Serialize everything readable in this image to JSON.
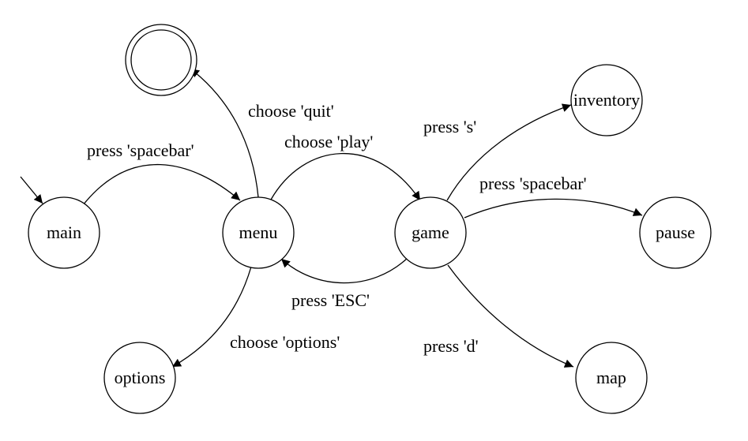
{
  "diagram": {
    "type": "state-machine",
    "states": {
      "main": "main",
      "menu": "menu",
      "game": "game",
      "options": "options",
      "inventory": "inventory",
      "pause": "pause",
      "map": "map",
      "final": ""
    },
    "transitions": {
      "main_to_menu": "press 'spacebar'",
      "menu_to_final": "choose 'quit'",
      "menu_to_game": "choose 'play'",
      "game_to_menu": "press 'ESC'",
      "menu_to_options": "choose 'options'",
      "game_to_inventory": "press 's'",
      "game_to_pause": "press 'spacebar'",
      "game_to_map": "press 'd'"
    }
  }
}
